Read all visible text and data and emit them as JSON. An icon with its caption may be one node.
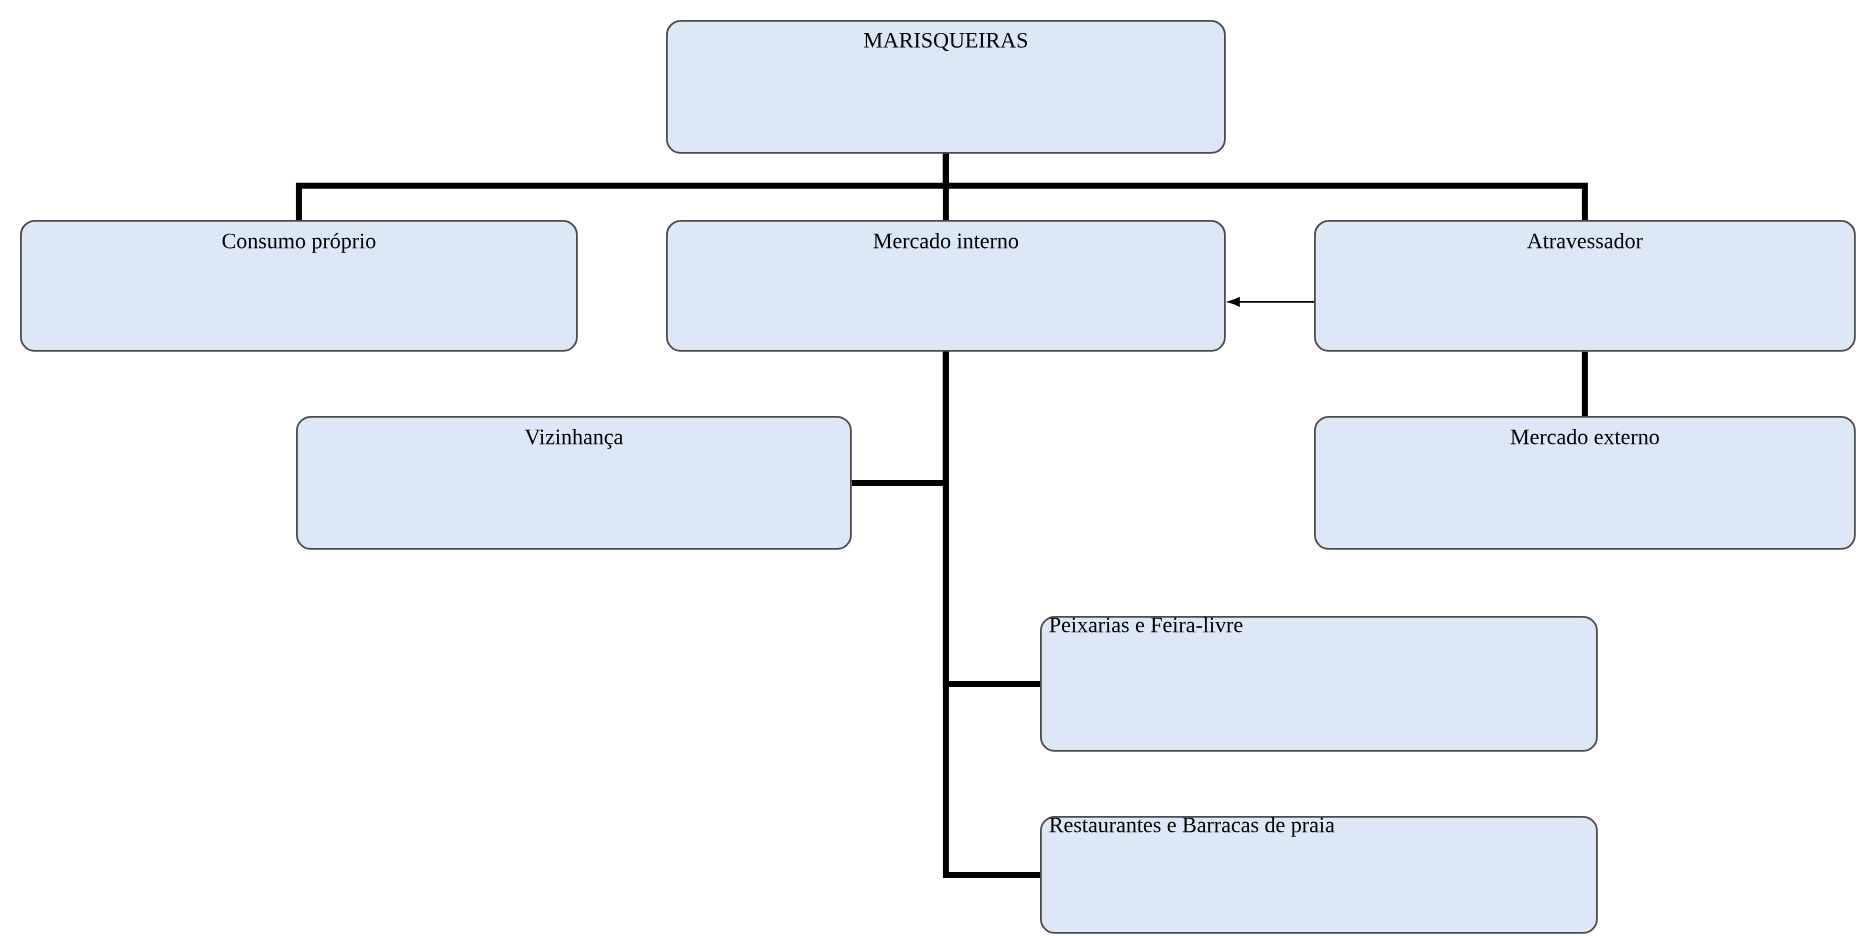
{
  "diagram": {
    "nodes": [
      {
        "text": [
          "MARISQUEIRAS"
        ]
      },
      {
        "text": [
          "Consumo próprio"
        ]
      },
      {
        "text": [
          "Mercado interno"
        ]
      },
      {
        "text": [
          "Atravessador"
        ]
      },
      {
        "text": [
          "Vizinhança"
        ]
      },
      {
        "text": [
          "Mercado externo"
        ]
      },
      {
        "text": [
          "Peixarias e Feira-livre"
        ]
      },
      {
        "text": [
          "Restaurantes e Barracas de praia"
        ]
      }
    ],
    "edges": [
      {
        "from": 0,
        "to": 1,
        "arrow": "none"
      },
      {
        "from": 0,
        "to": 2,
        "arrow": "none"
      },
      {
        "from": 0,
        "to": 3,
        "arrow": "none"
      },
      {
        "from": 3,
        "to": 2,
        "arrow": "to"
      },
      {
        "from": 3,
        "to": 5,
        "arrow": "none"
      },
      {
        "from": 2,
        "to": 4,
        "arrow": "none"
      },
      {
        "from": 2,
        "to": 6,
        "arrow": "none"
      },
      {
        "from": 2,
        "to": 7,
        "arrow": "none"
      }
    ]
  }
}
